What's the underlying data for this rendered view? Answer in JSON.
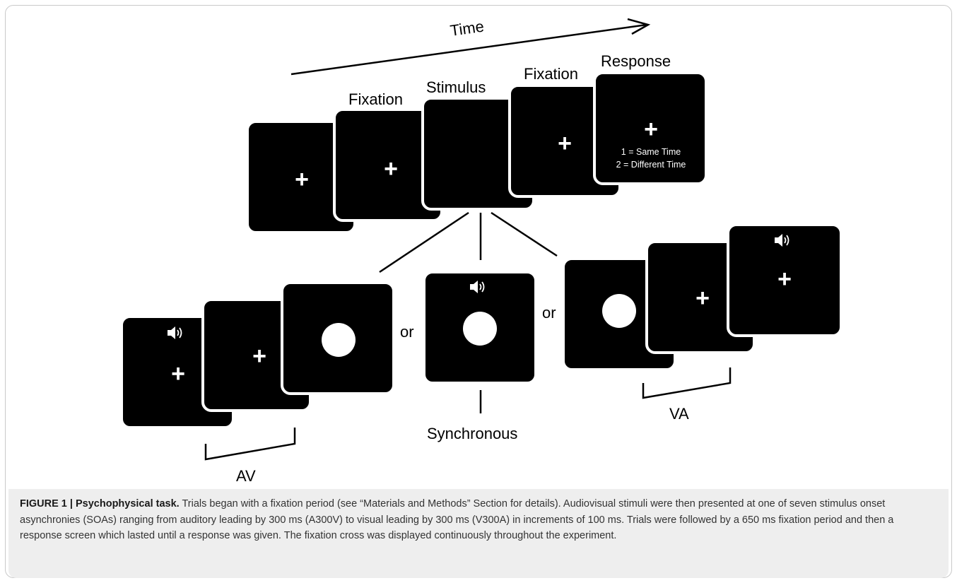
{
  "figure": {
    "time_label": "Time",
    "fixation_label_1": "Fixation",
    "stimulus_label": "Stimulus",
    "fixation_label_2": "Fixation",
    "response_label": "Response",
    "response_line_1": "1 = Same Time",
    "response_line_2": "2 = Different Time",
    "or_1": "or",
    "or_2": "or",
    "av_label": "AV",
    "sync_label": "Synchronous",
    "va_label": "VA",
    "cross_symbol": "+"
  },
  "caption": {
    "label": "FIGURE 1 | Psychophysical task.",
    "text": "Trials began with a fixation period (see “Materials and Methods” Section for details). Audiovisual stimuli were then presented at one of seven stimulus onset asynchronies (SOAs) ranging from auditory leading by 300 ms (A300V) to visual leading by 300 ms (V300A) in increments of 100 ms. Trials were followed by a 650 ms fixation period and then a response screen which lasted until a response was given. The fixation cross was displayed continuously throughout the experiment."
  },
  "icons": [
    "speaker-icon",
    "fixation-cross-icon",
    "time-arrow-icon"
  ],
  "colors": {
    "screen": "#000000",
    "stimulus": "#ffffff",
    "caption_bg": "#eeeeee"
  }
}
